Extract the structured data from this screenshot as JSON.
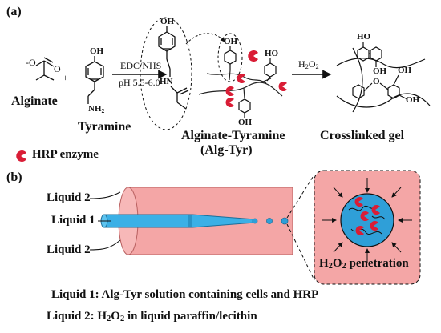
{
  "panel_a": {
    "label": "(a)",
    "reagents_top": "EDC/NHS",
    "reagents_bottom": "pH 5.5-6.0",
    "h2o2_main": "H",
    "h2o2_sub1": "2",
    "h2o2_o": "O",
    "h2o2_sub2": "2",
    "alginate": "Alginate",
    "plus": "+",
    "tyramine": "Tyramine",
    "alg_tyr_line1": "Alginate-Tyramine",
    "alg_tyr_line2": "(Alg-Tyr)",
    "crosslinked": "Crosslinked gel",
    "hrp_legend": "HRP enzyme",
    "atom_oh": "OH",
    "atom_ho": "HO",
    "atom_o": "O",
    "atom_o_minus": "O",
    "atom_nh2": "NH",
    "atom_nh2_sub": "2",
    "atom_hn": "HN",
    "minus": "-"
  },
  "panel_b": {
    "label": "(b)",
    "liquid2_top": "Liquid 2",
    "liquid1": "Liquid 1",
    "liquid2_bottom": "Liquid 2",
    "penetration_h": "H",
    "penetration_sub1": "2",
    "penetration_o": "O",
    "penetration_sub2": "2",
    "penetration_text": " penetration",
    "caption1": "Liquid 1: Alg-Tyr solution containing cells and HRP",
    "caption2_pre": "Liquid 2: H",
    "caption2_sub1": "2",
    "caption2_o": "O",
    "caption2_sub2": "2",
    "caption2_post": " in liquid paraffin/lecithin"
  },
  "colors": {
    "tube_pink": "#f4a6a6",
    "tube_edge": "#c96a6a",
    "nozzle_blue": "#3bb0e6",
    "nozzle_edge": "#1d6f9a",
    "hrp_red": "#d91d36",
    "droplet_blue": "#2f9fd8",
    "ink": "#111111"
  }
}
